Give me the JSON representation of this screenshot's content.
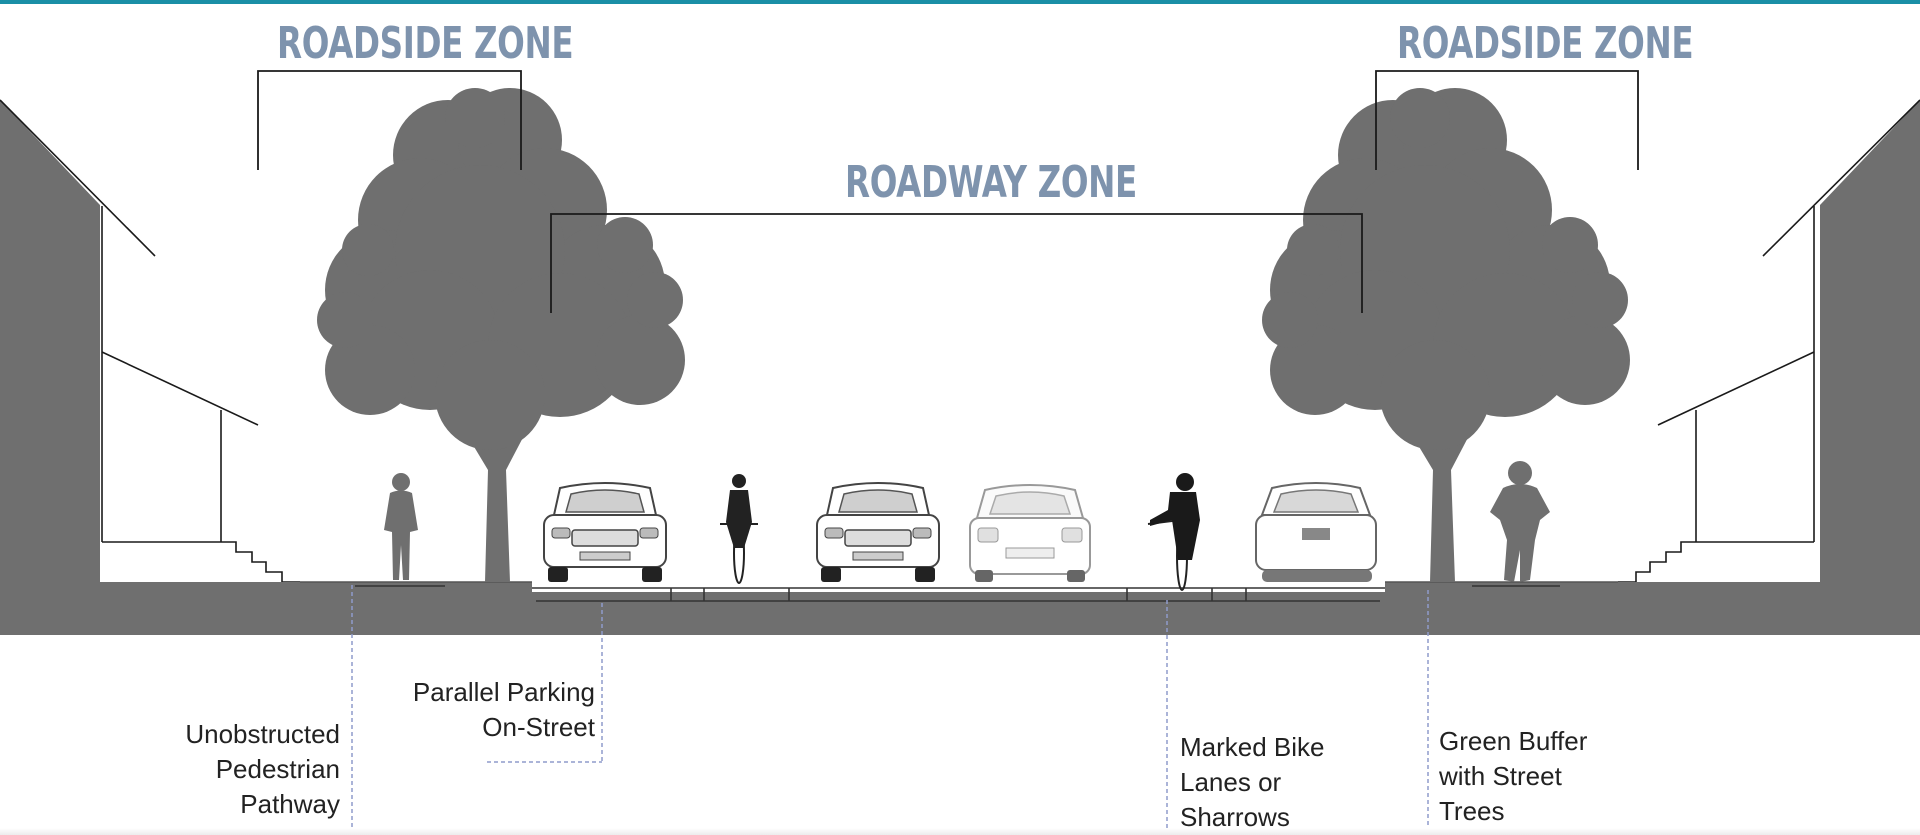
{
  "colors": {
    "accent_bar": "#1a8fa6",
    "zone_title": "#7e93ad",
    "silhouette": "#6f6f6f",
    "leader_line": "#8f9ccc",
    "bracket": "#1a1a1a",
    "callout_text": "#222222"
  },
  "zones": {
    "roadside_left": "ROADSIDE ZONE",
    "roadside_right": "ROADSIDE ZONE",
    "roadway": "ROADWAY ZONE"
  },
  "callouts": {
    "pedestrian": "Unobstructed\nPedestrian\nPathway",
    "parking": "Parallel Parking\nOn-Street",
    "bike": "Marked Bike\nLanes or\nSharrows",
    "buffer": "Green Buffer\nwith Street\nTrees"
  },
  "icons": [
    "tree-icon",
    "car-front-icon",
    "car-rear-icon",
    "cyclist-icon",
    "pedestrian-icon",
    "building-icon"
  ]
}
